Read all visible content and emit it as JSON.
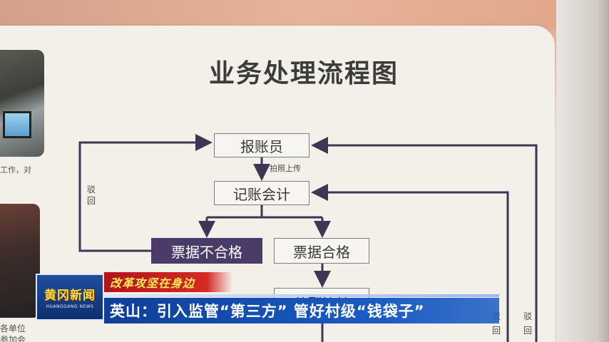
{
  "board": {
    "title": "业务处理流程图",
    "side_text_top": "工作，对",
    "side_text_bottom_1": "各单位",
    "side_text_bottom_2": "参加会"
  },
  "flowchart": {
    "nodes": {
      "reporter": "报账员",
      "accountant": "记账会计",
      "unqualified": "票据不合格",
      "qualified": "票据合格",
      "next": "预制凭证"
    },
    "labels": {
      "photo_upload": "拍照上传",
      "reject_left": "驳回",
      "reject_mid": "驳回",
      "reject_right": "驳回"
    }
  },
  "broadcast": {
    "logo_main": "黄冈新闻",
    "logo_sub": "HUANGGANG NEWS",
    "column_tag": "改革攻坚在身边",
    "headline": "英山：引入监管“第三方” 管好村级“钱袋子”"
  },
  "colors": {
    "node_dark": "#4a3b68",
    "arrow": "#3f3656",
    "tag_red": "#c81e1e",
    "headline_blue": "#1b5cc4"
  }
}
